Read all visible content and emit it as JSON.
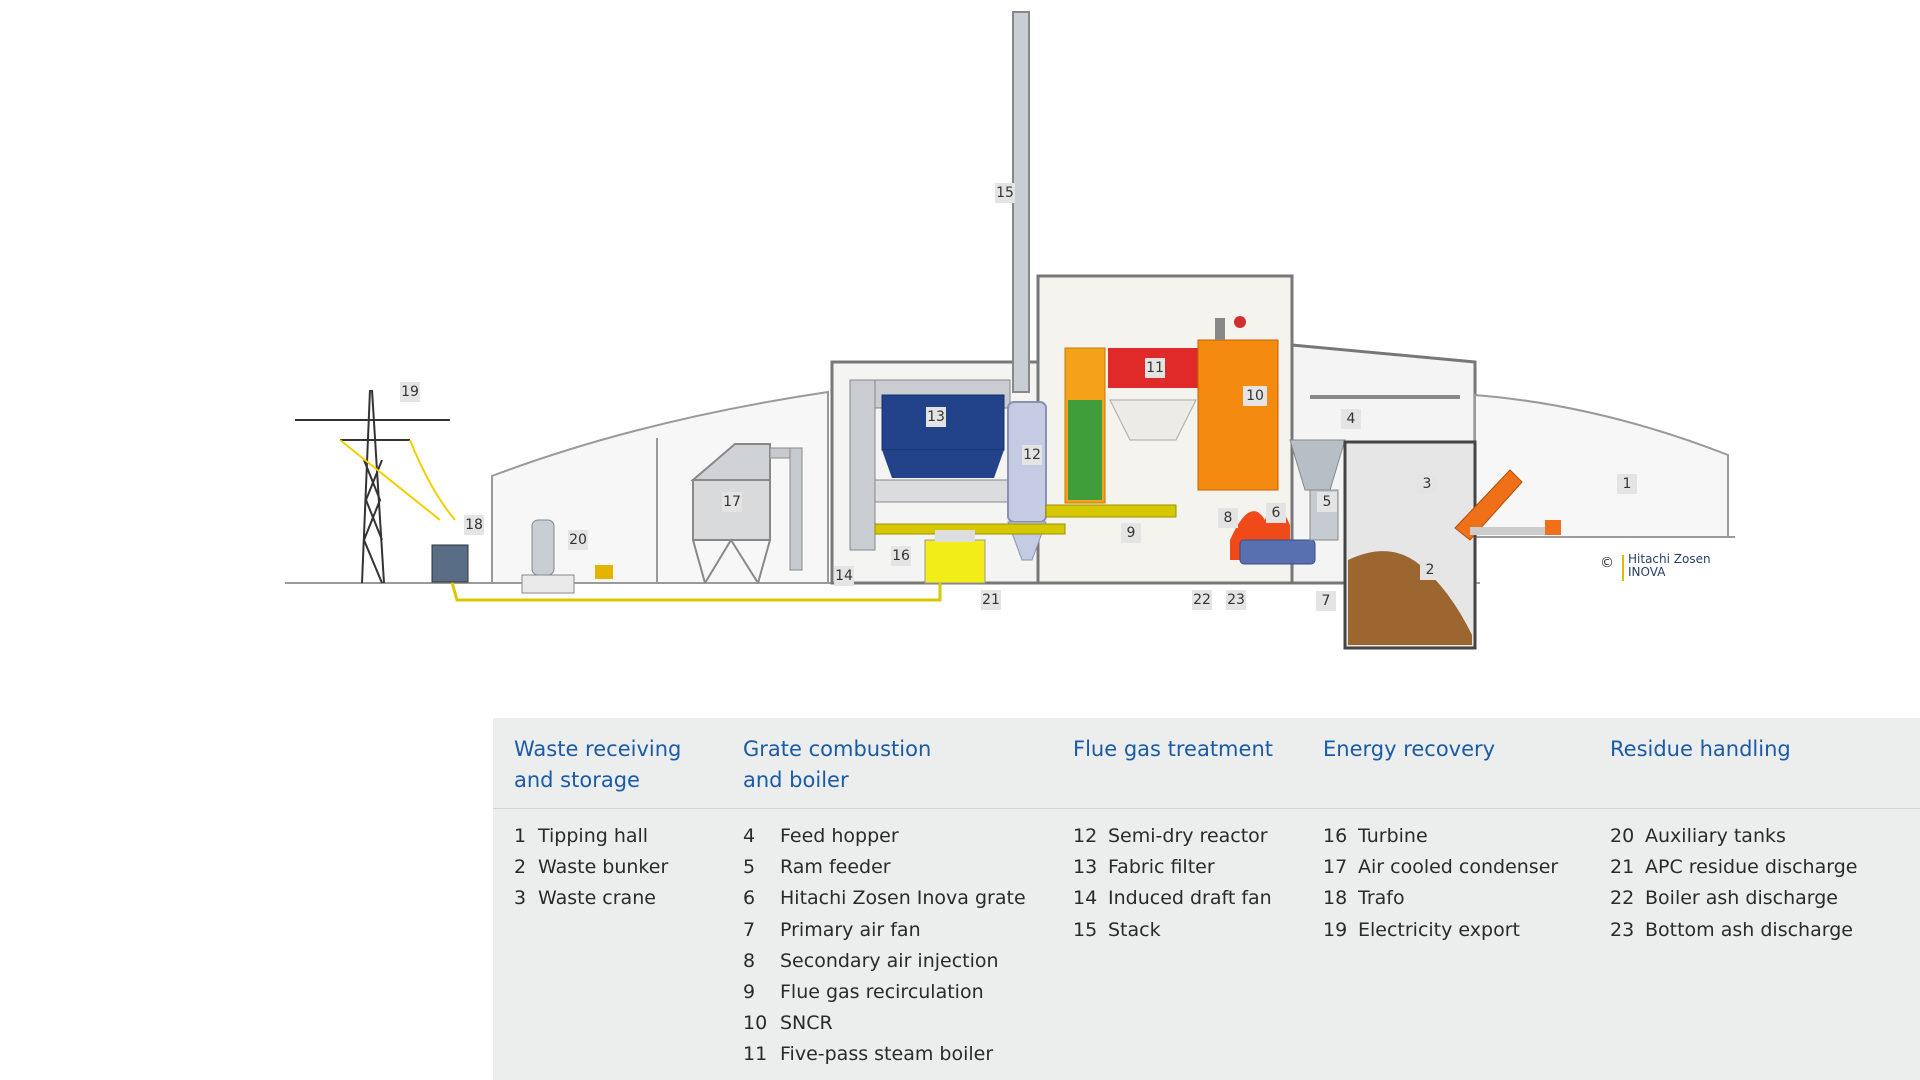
{
  "callouts": [
    "1",
    "2",
    "3",
    "4",
    "5",
    "6",
    "7",
    "8",
    "9",
    "10",
    "11",
    "12",
    "13",
    "14",
    "15",
    "16",
    "17",
    "18",
    "19",
    "20",
    "21",
    "22",
    "23"
  ],
  "logo": {
    "copyright": "©",
    "line1": "Hitachi Zosen",
    "line2": "INOVA"
  },
  "legend": {
    "columns": [
      {
        "title": "Waste receiving\nand storage",
        "items": [
          {
            "num": "1",
            "label": "Tipping hall"
          },
          {
            "num": "2",
            "label": "Waste bunker"
          },
          {
            "num": "3",
            "label": "Waste crane"
          }
        ]
      },
      {
        "title": "Grate combustion\nand boiler",
        "items": [
          {
            "num": "4",
            "label": "Feed hopper"
          },
          {
            "num": "5",
            "label": "Ram feeder"
          },
          {
            "num": "6",
            "label": "Hitachi Zosen Inova grate"
          },
          {
            "num": "7",
            "label": "Primary air fan"
          },
          {
            "num": "8",
            "label": "Secondary air injection"
          },
          {
            "num": "9",
            "label": "Flue gas recirculation"
          },
          {
            "num": "10",
            "label": "SNCR"
          },
          {
            "num": "11",
            "label": "Five-pass steam boiler"
          }
        ]
      },
      {
        "title": "Flue gas treatment",
        "items": [
          {
            "num": "12",
            "label": "Semi-dry reactor"
          },
          {
            "num": "13",
            "label": "Fabric filter"
          },
          {
            "num": "14",
            "label": "Induced draft fan"
          },
          {
            "num": "15",
            "label": "Stack"
          }
        ]
      },
      {
        "title": "Energy recovery",
        "items": [
          {
            "num": "16",
            "label": "Turbine"
          },
          {
            "num": "17",
            "label": "Air cooled condenser"
          },
          {
            "num": "18",
            "label": "Trafo"
          },
          {
            "num": "19",
            "label": "Electricity export"
          }
        ]
      },
      {
        "title": "Residue handling",
        "items": [
          {
            "num": "20",
            "label": "Auxiliary tanks"
          },
          {
            "num": "21",
            "label": "APC residue discharge"
          },
          {
            "num": "22",
            "label": "Boiler ash discharge"
          },
          {
            "num": "23",
            "label": "Bottom ash discharge"
          }
        ]
      }
    ]
  }
}
